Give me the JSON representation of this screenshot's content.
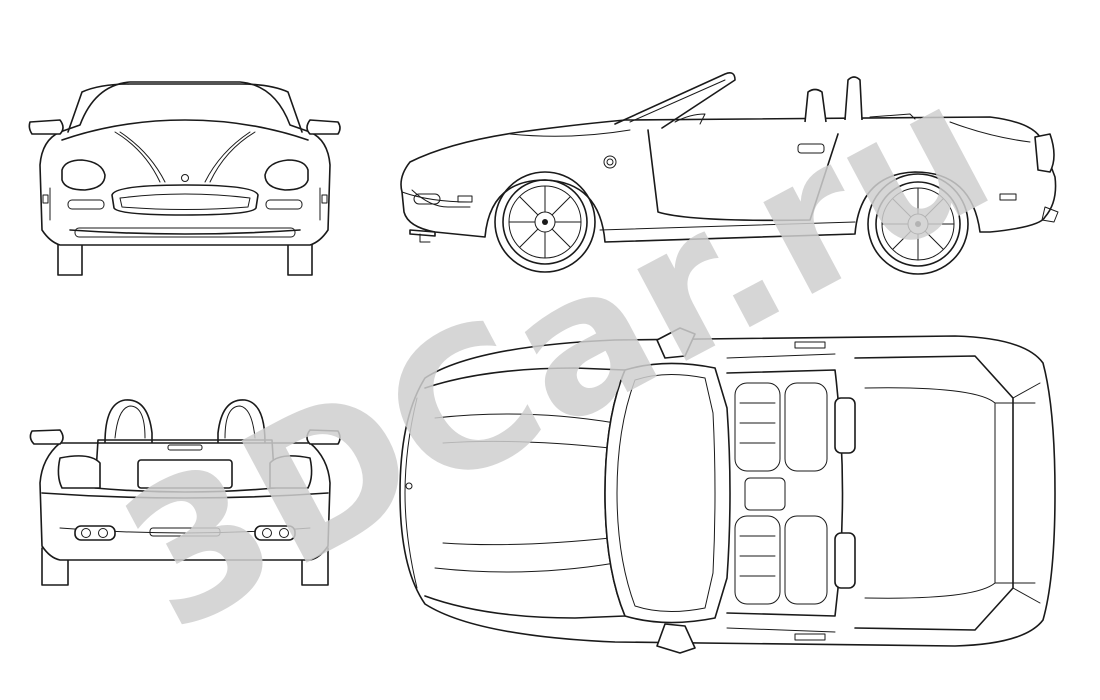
{
  "watermark": {
    "text": "3DCar.ru",
    "color": "#cfcfcf"
  },
  "views": [
    {
      "id": "front",
      "label": ""
    },
    {
      "id": "side",
      "label": ""
    },
    {
      "id": "rear",
      "label": ""
    },
    {
      "id": "top",
      "label": ""
    }
  ],
  "colors": {
    "line": "#1a1a1a",
    "background": "#ffffff"
  }
}
